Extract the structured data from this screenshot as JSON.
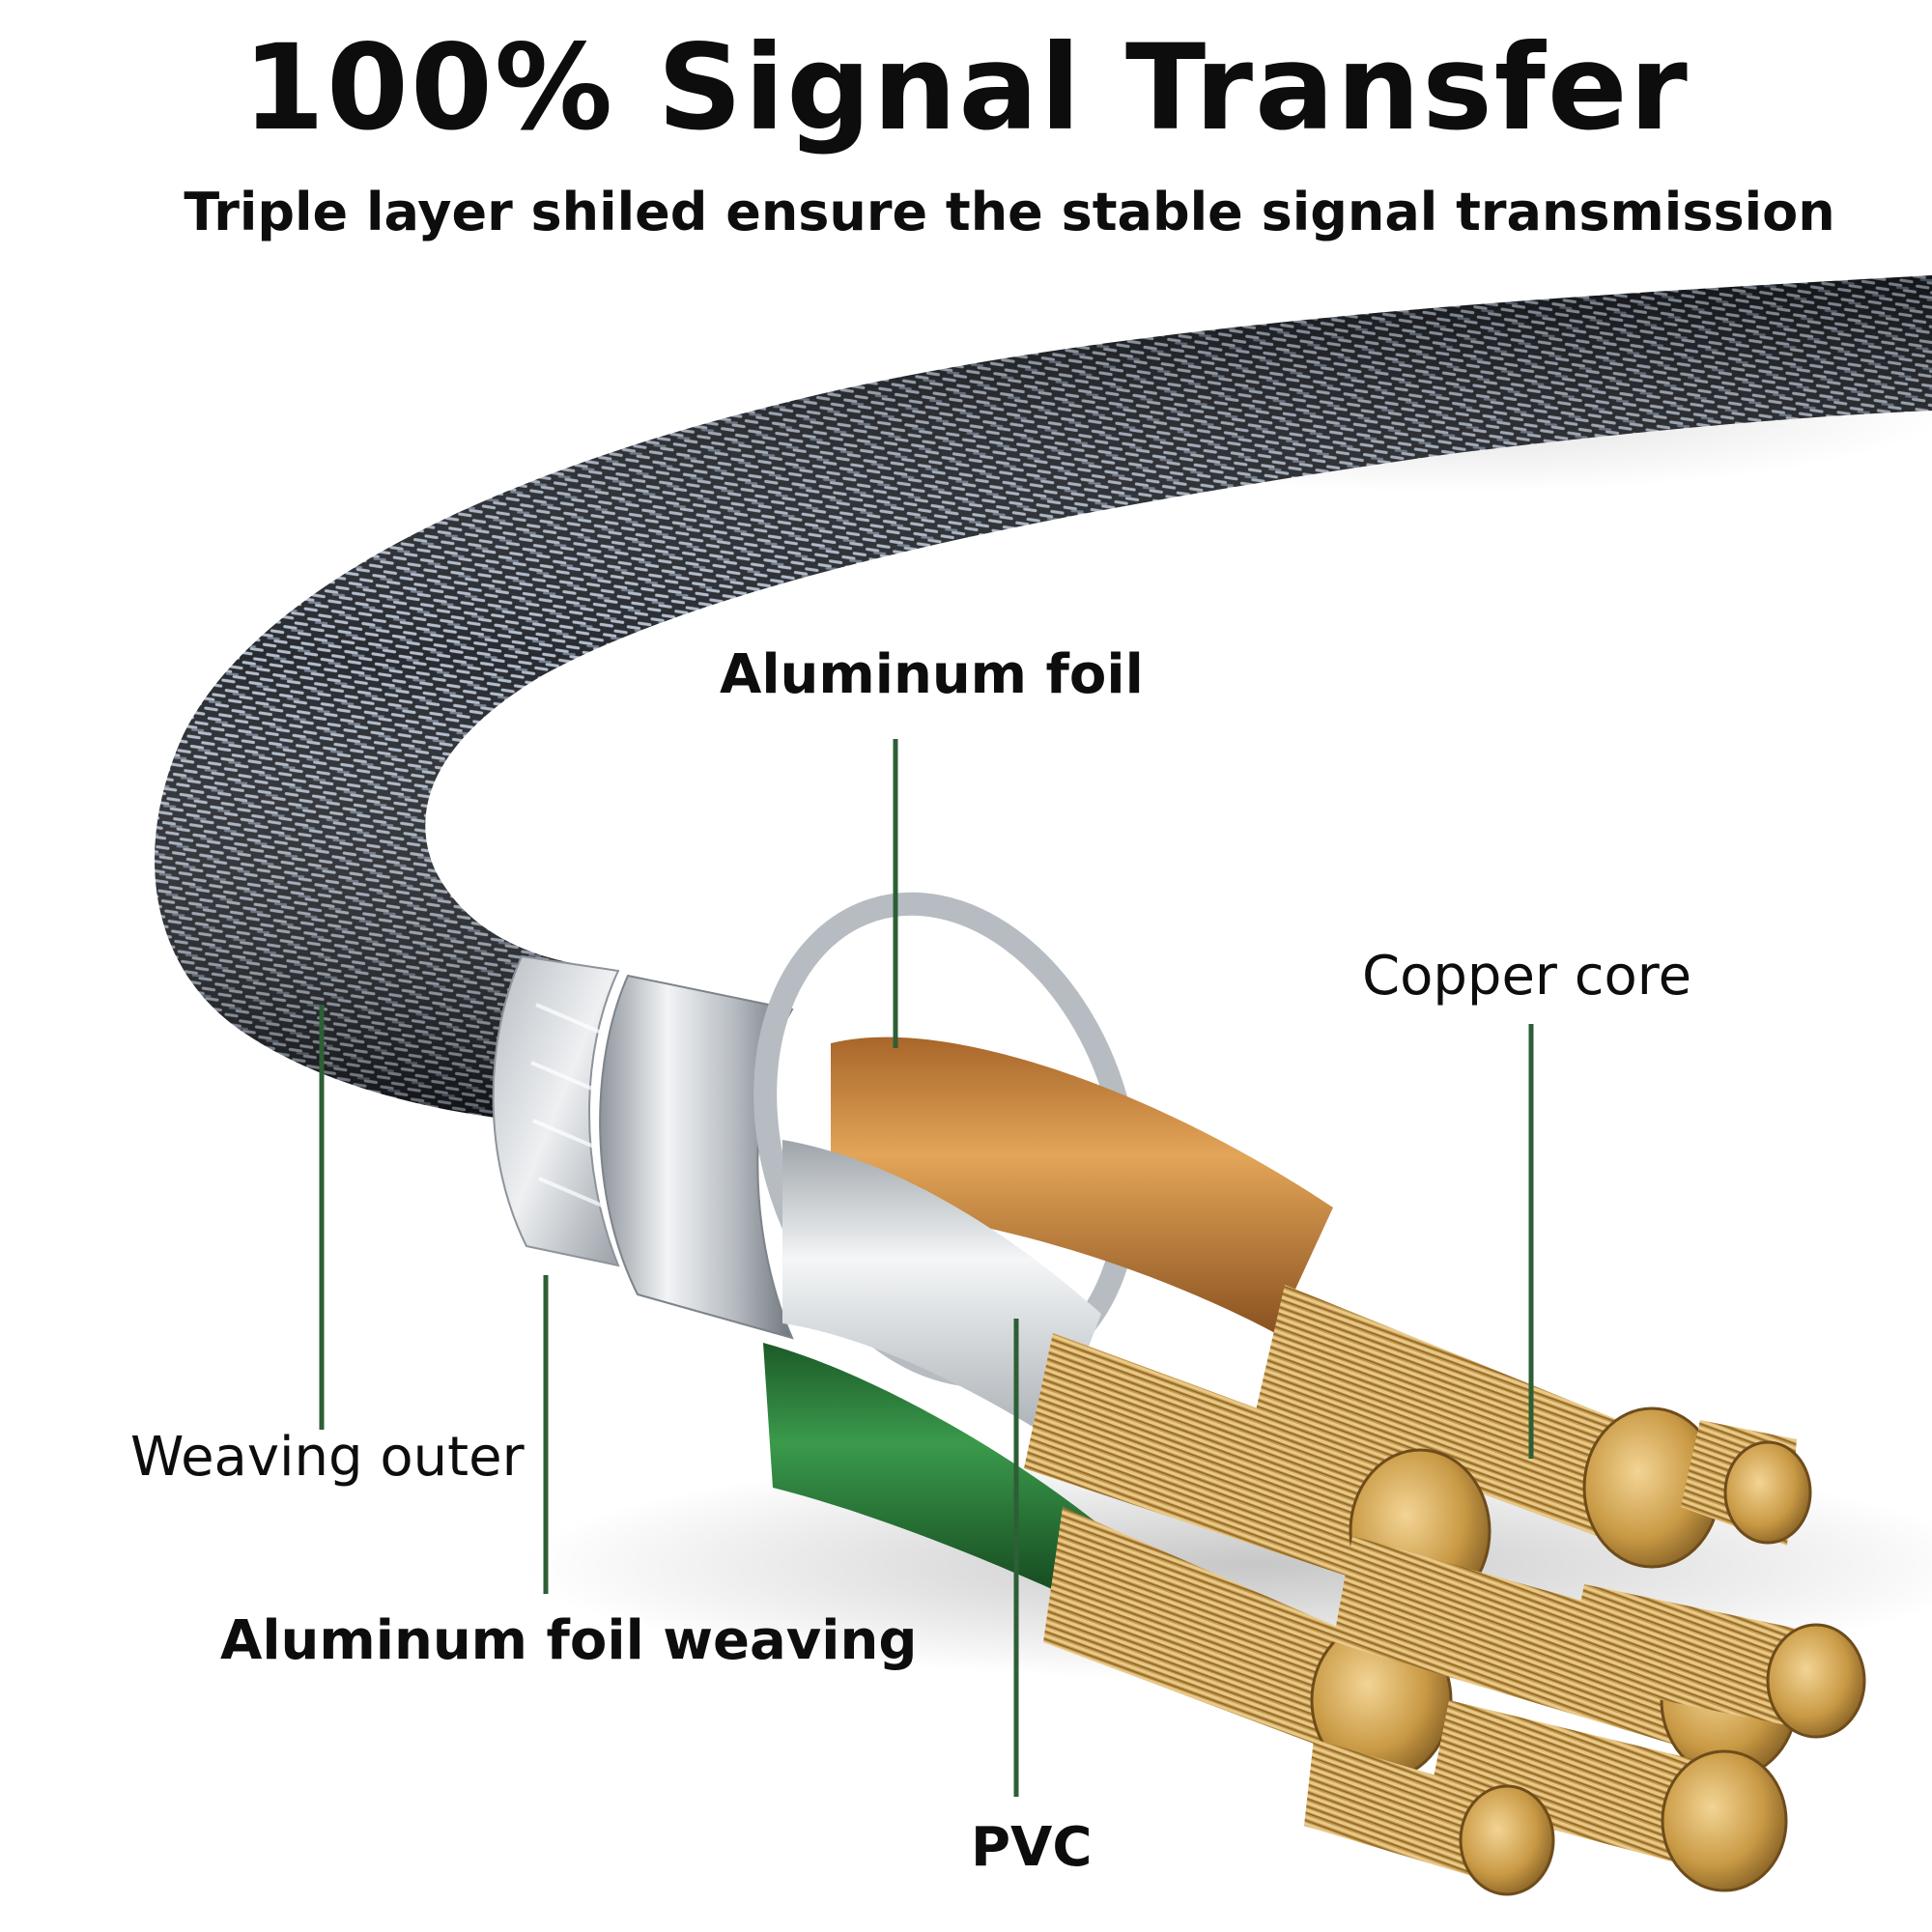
{
  "header": {
    "title": "100% Signal Transfer",
    "subtitle": "Triple layer shiled ensure the stable signal transmission"
  },
  "labels": {
    "aluminum_foil": "Aluminum foil",
    "copper_core": "Copper core",
    "weaving_outer": "Weaving outer",
    "aluminum_foil_weaving": "Aluminum foil weaving",
    "pvc": "PVC"
  },
  "colors": {
    "background": "#ffffff",
    "text": "#0d0d0d",
    "leader_line": "#2e5e35",
    "braid_dark": "#1c1f24",
    "braid_light": "#aeb9c9",
    "foil_silver": "#c9cdd2",
    "copper": "#c9a04e",
    "wire_orange": "#d79a45",
    "wire_white": "#e2e5e8",
    "wire_green": "#2f7d3c"
  }
}
